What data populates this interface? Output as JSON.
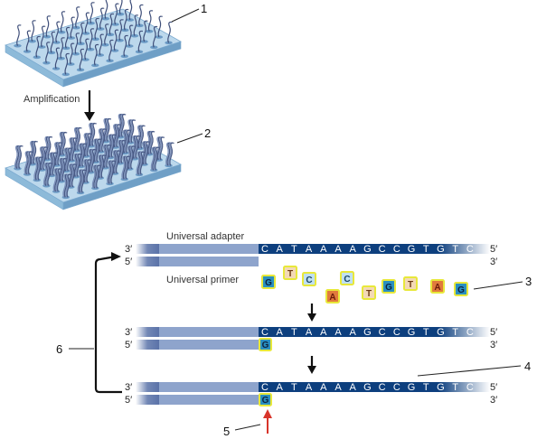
{
  "colors": {
    "slide_top": "#b9d6ea",
    "slide_side": "#7fb0d2",
    "strand_dark": "#0d3f7e",
    "strand_light": "#8ea4cc",
    "nuc_border": "#e8e83a",
    "pyrimidine_fill": "#c9dff1",
    "purine_fill": "#f0c49c",
    "g_fill": "#2a8fbf",
    "a_fill": "#e07a3c",
    "t_fill": "#f3d9b5",
    "c_fill": "#bfe0f2",
    "arrow_red": "#d8342a"
  },
  "labels": {
    "step1": "1",
    "step2": "2",
    "step3": "3",
    "step4": "4",
    "step5": "5",
    "step6": "6",
    "amplification": "Amplification",
    "universal_adapter": "Universal adapter",
    "universal_primer": "Universal primer",
    "three_prime": "3′",
    "five_prime": "5′"
  },
  "template_sequence": [
    "C",
    "A",
    "T",
    "A",
    "A",
    "A",
    "A",
    "G",
    "C",
    "C",
    "G",
    "T",
    "G",
    "T",
    "C"
  ],
  "free_nucleotides": [
    "G",
    "T",
    "C",
    "A",
    "C",
    "T",
    "G",
    "T",
    "A",
    "G"
  ],
  "incorporated_base": "G"
}
